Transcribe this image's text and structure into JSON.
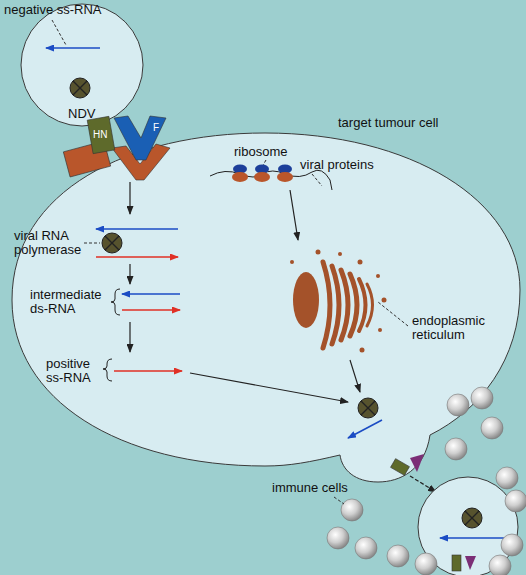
{
  "diagram": {
    "nodes": [
      {
        "text": [
          "NDV"
        ]
      },
      {
        "text": [
          "target tumour cell"
        ]
      }
    ],
    "labels": [
      "negative ss-RNA",
      "HN",
      "F",
      "viral RNA polymerase",
      "intermediate ds-RNA",
      "positive ss-RNA",
      "ribosome",
      "viral proteins",
      "endoplasmic reticulum",
      "immune cells"
    ]
  }
}
